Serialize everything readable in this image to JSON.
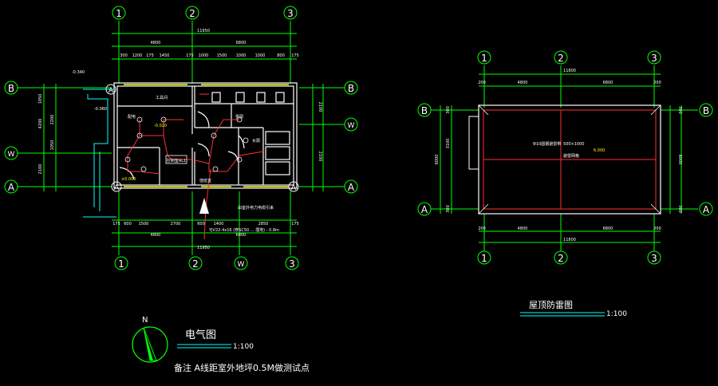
{
  "colors": {
    "background": "#000000",
    "wall": "#ffffff",
    "axis": "#00ff00",
    "dimension": "#00ff00",
    "wiring": "#ff3030",
    "annotation_yellow": "#ffff00",
    "cyan": "#00ffff",
    "roof_outline": "#ff3030",
    "text": "#ffffff"
  },
  "plan_left": {
    "grid_labels_top": [
      "1",
      "2",
      "3"
    ],
    "grid_labels_bottom": [
      "1",
      "2",
      "W",
      "3"
    ],
    "grid_labels_left": [
      "B",
      "W",
      "A"
    ],
    "grid_labels_right": [
      "B",
      "W",
      "A"
    ],
    "top_dim_total": "11950",
    "top_dim_segments": [
      "4800",
      "6800"
    ],
    "top_dim_detail": [
      "300",
      "1200",
      "175",
      "1450",
      "175",
      "1000",
      "1500",
      "1000",
      "1000",
      "800",
      "175"
    ],
    "bottom_dim_detail": [
      "175",
      "600",
      "1500",
      "2700",
      "600",
      "1400",
      "2850",
      "175"
    ],
    "bottom_dim_segments": [
      "4800",
      "6800"
    ],
    "bottom_dim_total": "11950",
    "left_dims": [
      "1050",
      "2200",
      "1050",
      "2100",
      "4200"
    ],
    "right_dims": [
      "2100",
      "2100"
    ],
    "elevation_marks": [
      "-0.340",
      "-0.060",
      "-0.020",
      "±0.000"
    ],
    "entry_note": "由室外电力电缆引来",
    "cable_note": "YJV22-4x16 (穿SC50 ... 埋地) - 0.8m",
    "room_labels": [
      "配电",
      "工具间",
      "男厕",
      "女厕",
      "控制室AL1",
      "值班室"
    ],
    "axis_letter_marks": [
      "A",
      "A",
      "A"
    ]
  },
  "plan_right": {
    "grid_labels_top": [
      "1",
      "2",
      "3"
    ],
    "grid_labels_bottom": [
      "1",
      "2",
      "3"
    ],
    "grid_labels_left": [
      "B",
      "A"
    ],
    "grid_labels_right": [
      "B",
      "A"
    ],
    "top_dims": [
      "200",
      "4800",
      "6800",
      "200"
    ],
    "top_total": "11800",
    "bottom_dims": [
      "200",
      "4800",
      "6800",
      "200"
    ],
    "bottom_total": "11800",
    "left_dims": [
      "300",
      "3100",
      "6000",
      "300"
    ],
    "right_dims": [
      "300",
      "6000",
      "300"
    ],
    "roof_labels": [
      "Φ10圆钢避雷带",
      "500×1000",
      "避雷网格",
      "6.000"
    ]
  },
  "titles": {
    "electrical_title": "电气图",
    "electrical_scale": "1:100",
    "roof_title": "屋顶防雷图",
    "roof_scale": "1:100",
    "north_label": "N",
    "note": "备注 A线距室外地坪0.5M做测试点"
  }
}
